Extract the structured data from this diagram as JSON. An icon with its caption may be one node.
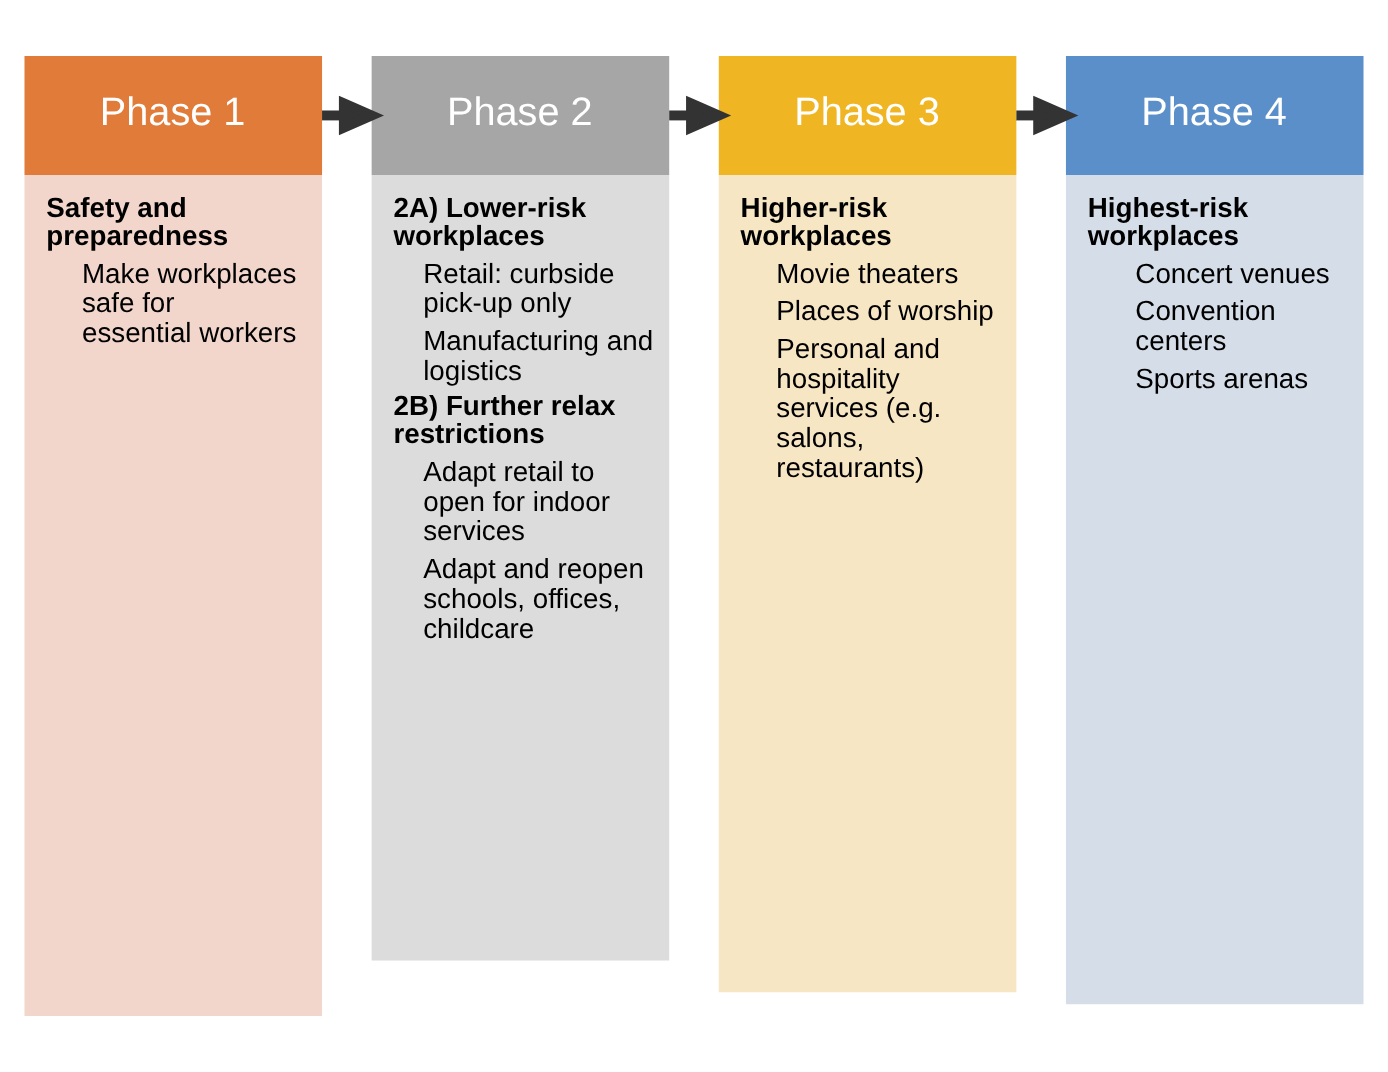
{
  "diagram": {
    "nodes": [
      {
        "text": [
          "Phase 1",
          "Safety and preparedness",
          "Make workplaces safe for essential workers"
        ]
      },
      {
        "text": [
          "Phase 2",
          "2A) Lower-risk workplaces",
          "Retail: curbside pick-up only",
          "Manufacturing and logistics",
          "2B) Further relax restrictions",
          "Adapt retail to open for indoor services",
          "Adapt and reopen schools, offices, childcare"
        ]
      },
      {
        "text": [
          "Phase 3",
          "Higher-risk workplaces",
          "Movie theaters",
          "Places of worship",
          "Personal and hospitality services (e.g. salons, restaurants)"
        ]
      },
      {
        "text": [
          "Phase 4",
          "Highest-risk workplaces",
          "Concert venues",
          "Convention centers",
          "Sports arenas"
        ]
      }
    ],
    "edges": [
      {
        "from": 0,
        "to": 1,
        "arrow": "to"
      },
      {
        "from": 1,
        "to": 2,
        "arrow": "to"
      },
      {
        "from": 2,
        "to": 3,
        "arrow": "to"
      }
    ]
  }
}
